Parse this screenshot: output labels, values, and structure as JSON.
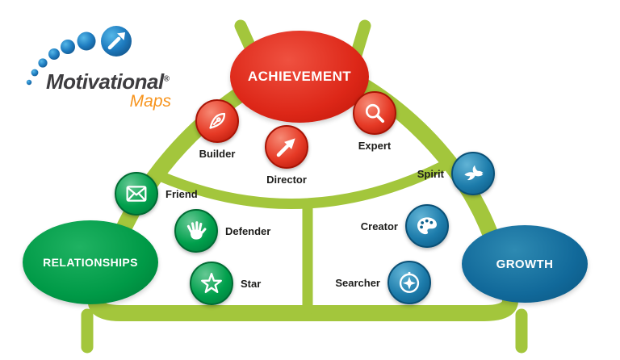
{
  "logo": {
    "brand": "Motivational",
    "registered": "®",
    "sub": "Maps"
  },
  "nodes": {
    "achievement": {
      "label": "ACHIEVEMENT",
      "color": "#dd2718"
    },
    "relationships": {
      "label": "RELATIONSHIPS",
      "color": "#009a47"
    },
    "growth": {
      "label": "GROWTH",
      "color": "#11699a"
    }
  },
  "motivators": [
    {
      "id": "builder",
      "label": "Builder",
      "group": "achievement",
      "icon": "pen-nib"
    },
    {
      "id": "director",
      "label": "Director",
      "group": "achievement",
      "icon": "arrow-up-right"
    },
    {
      "id": "expert",
      "label": "Expert",
      "group": "achievement",
      "icon": "magnifier"
    },
    {
      "id": "friend",
      "label": "Friend",
      "group": "relationships",
      "icon": "envelope"
    },
    {
      "id": "defender",
      "label": "Defender",
      "group": "relationships",
      "icon": "open-hand"
    },
    {
      "id": "star",
      "label": "Star",
      "group": "relationships",
      "icon": "star"
    },
    {
      "id": "spirit",
      "label": "Spirit",
      "group": "growth",
      "icon": "dove"
    },
    {
      "id": "creator",
      "label": "Creator",
      "group": "growth",
      "icon": "palette"
    },
    {
      "id": "searcher",
      "label": "Searcher",
      "group": "growth",
      "icon": "compass"
    }
  ],
  "colors": {
    "triangle": "#a3c63c",
    "achievement": "#dd2718",
    "relationships": "#009a47",
    "growth": "#11699a",
    "orange": "#f7941d",
    "logoblue": "#1e7cc0"
  }
}
